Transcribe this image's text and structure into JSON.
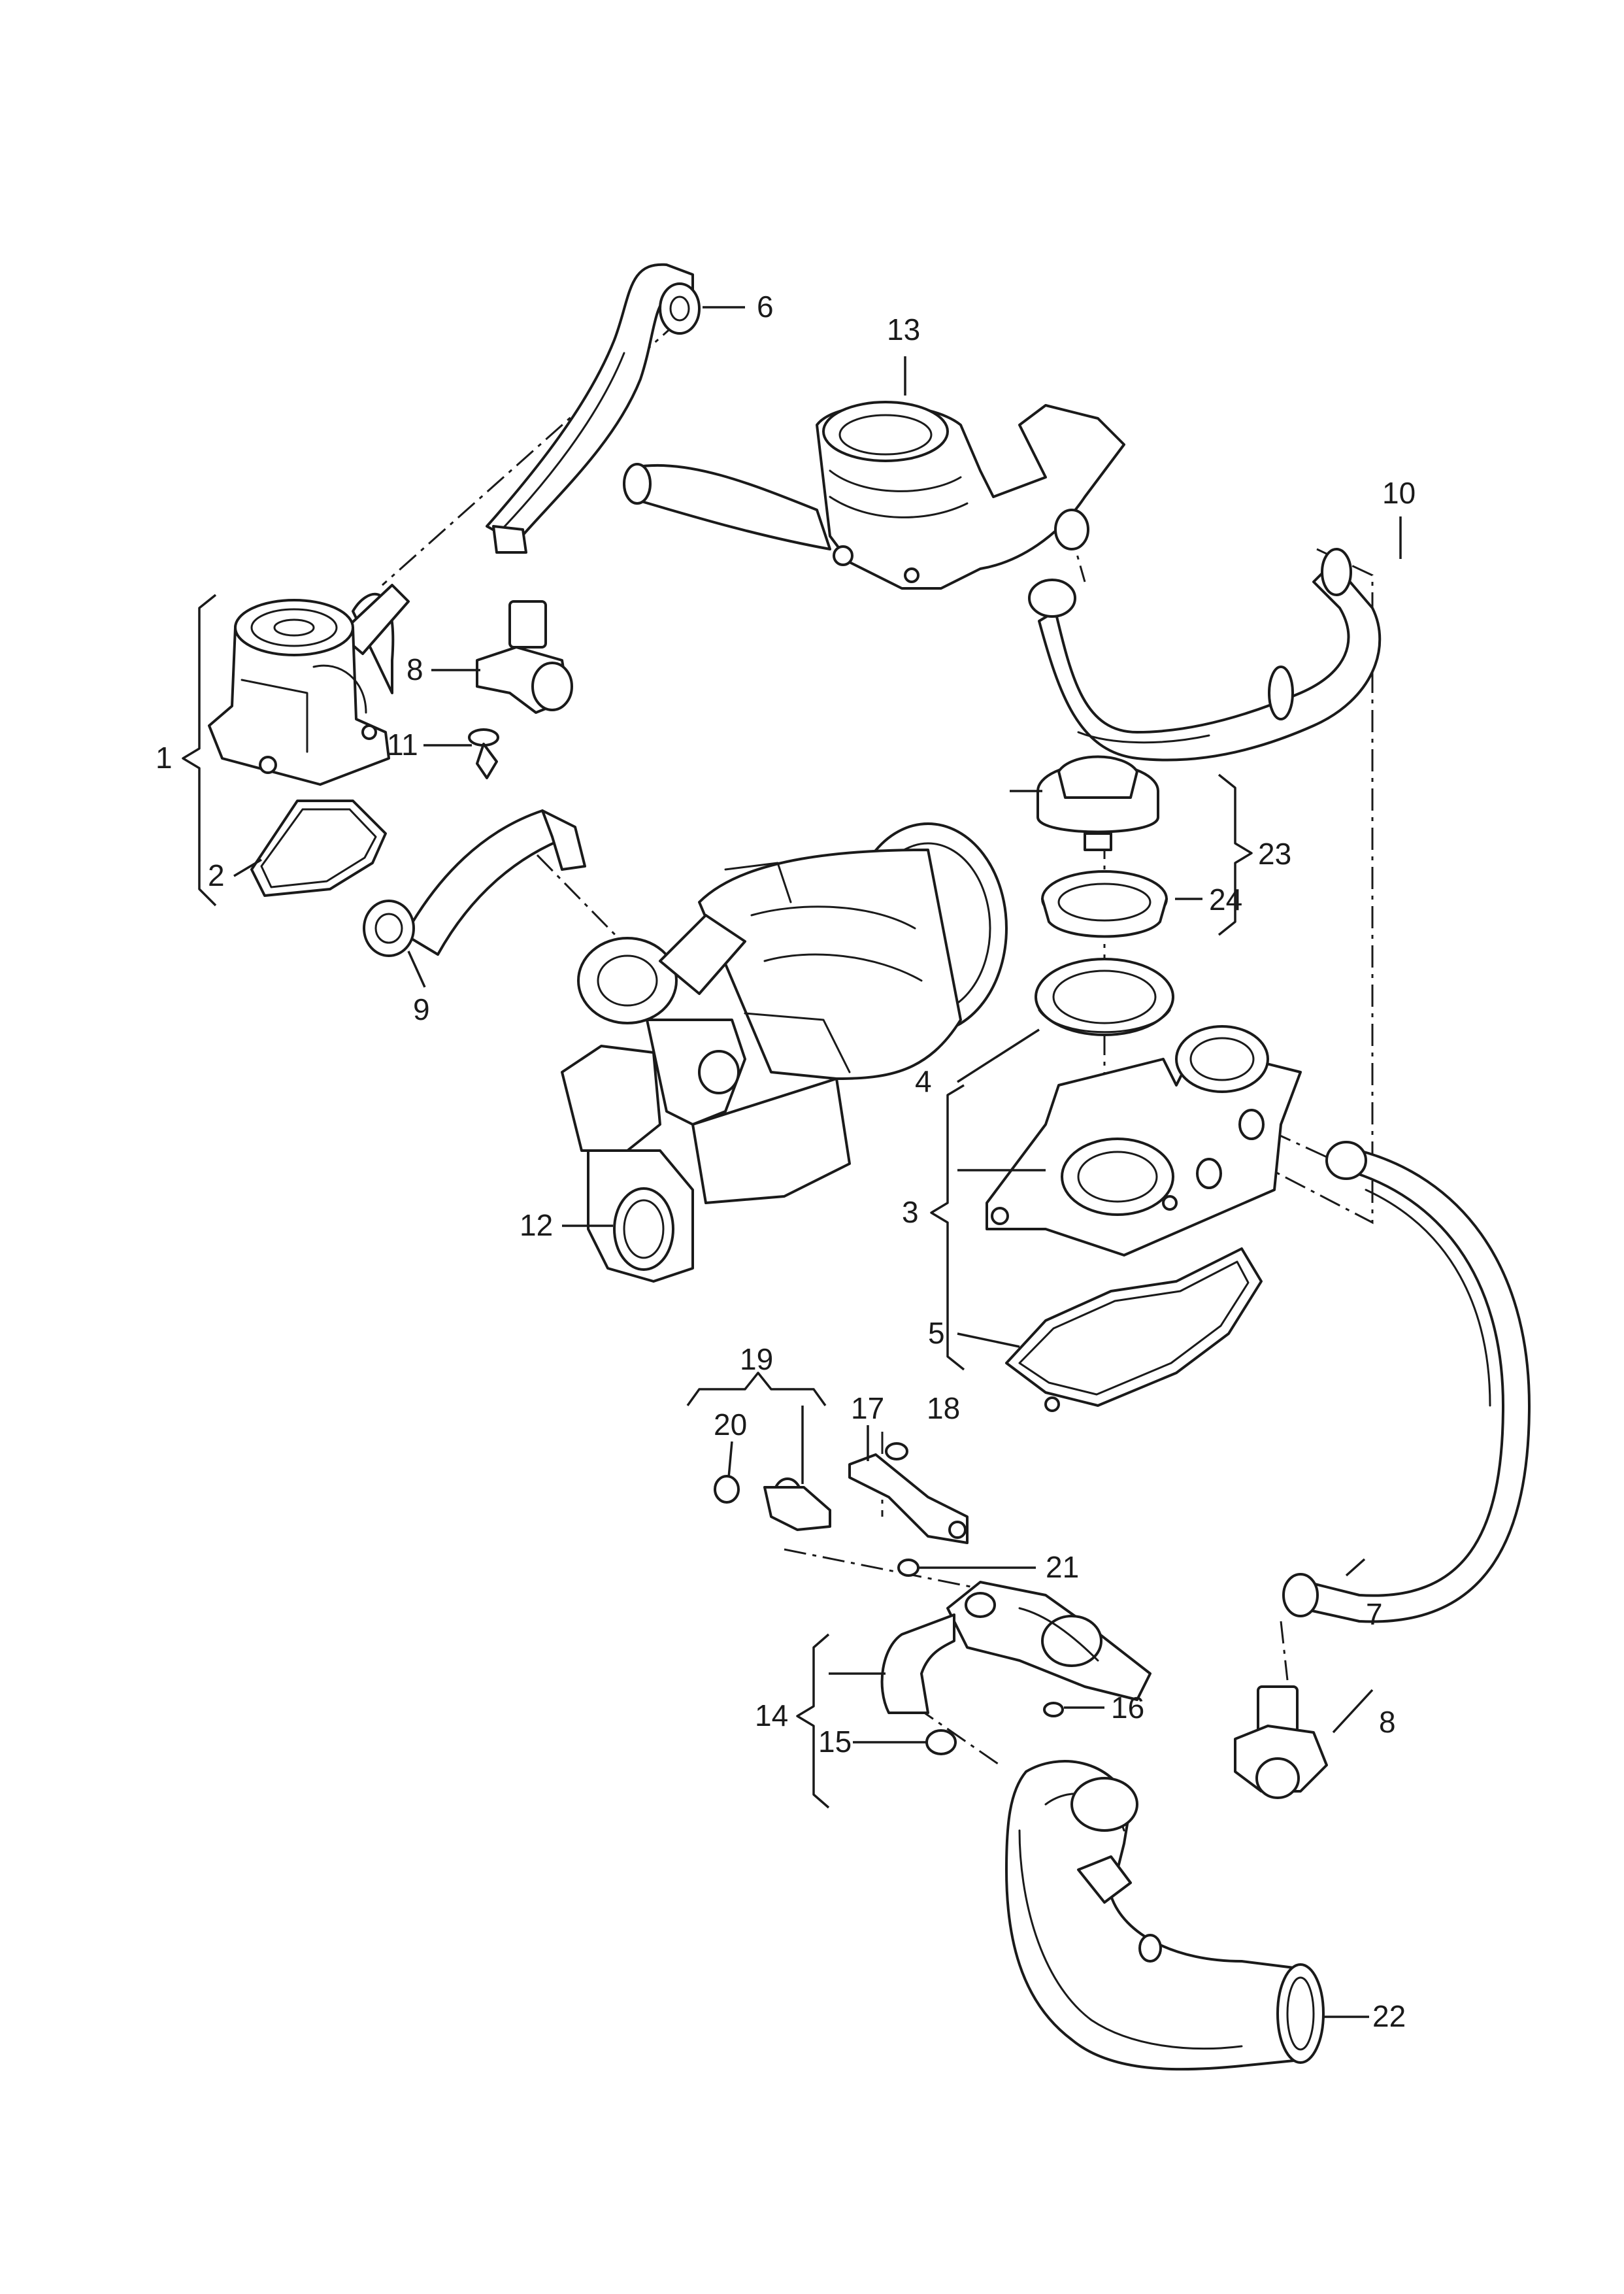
{
  "callouts": {
    "c1": "1",
    "c2": "2",
    "c3": "3",
    "c4": "4",
    "c5": "5",
    "c6": "6",
    "c7": "7",
    "c8a": "8",
    "c8b": "8",
    "c9": "9",
    "c10": "10",
    "c11": "11",
    "c12": "12",
    "c13": "13",
    "c14": "14",
    "c15": "15",
    "c16": "16",
    "c17": "17",
    "c18": "18",
    "c19": "19",
    "c20": "20",
    "c21": "21",
    "c22": "22",
    "c23": "23",
    "c24": "24"
  }
}
